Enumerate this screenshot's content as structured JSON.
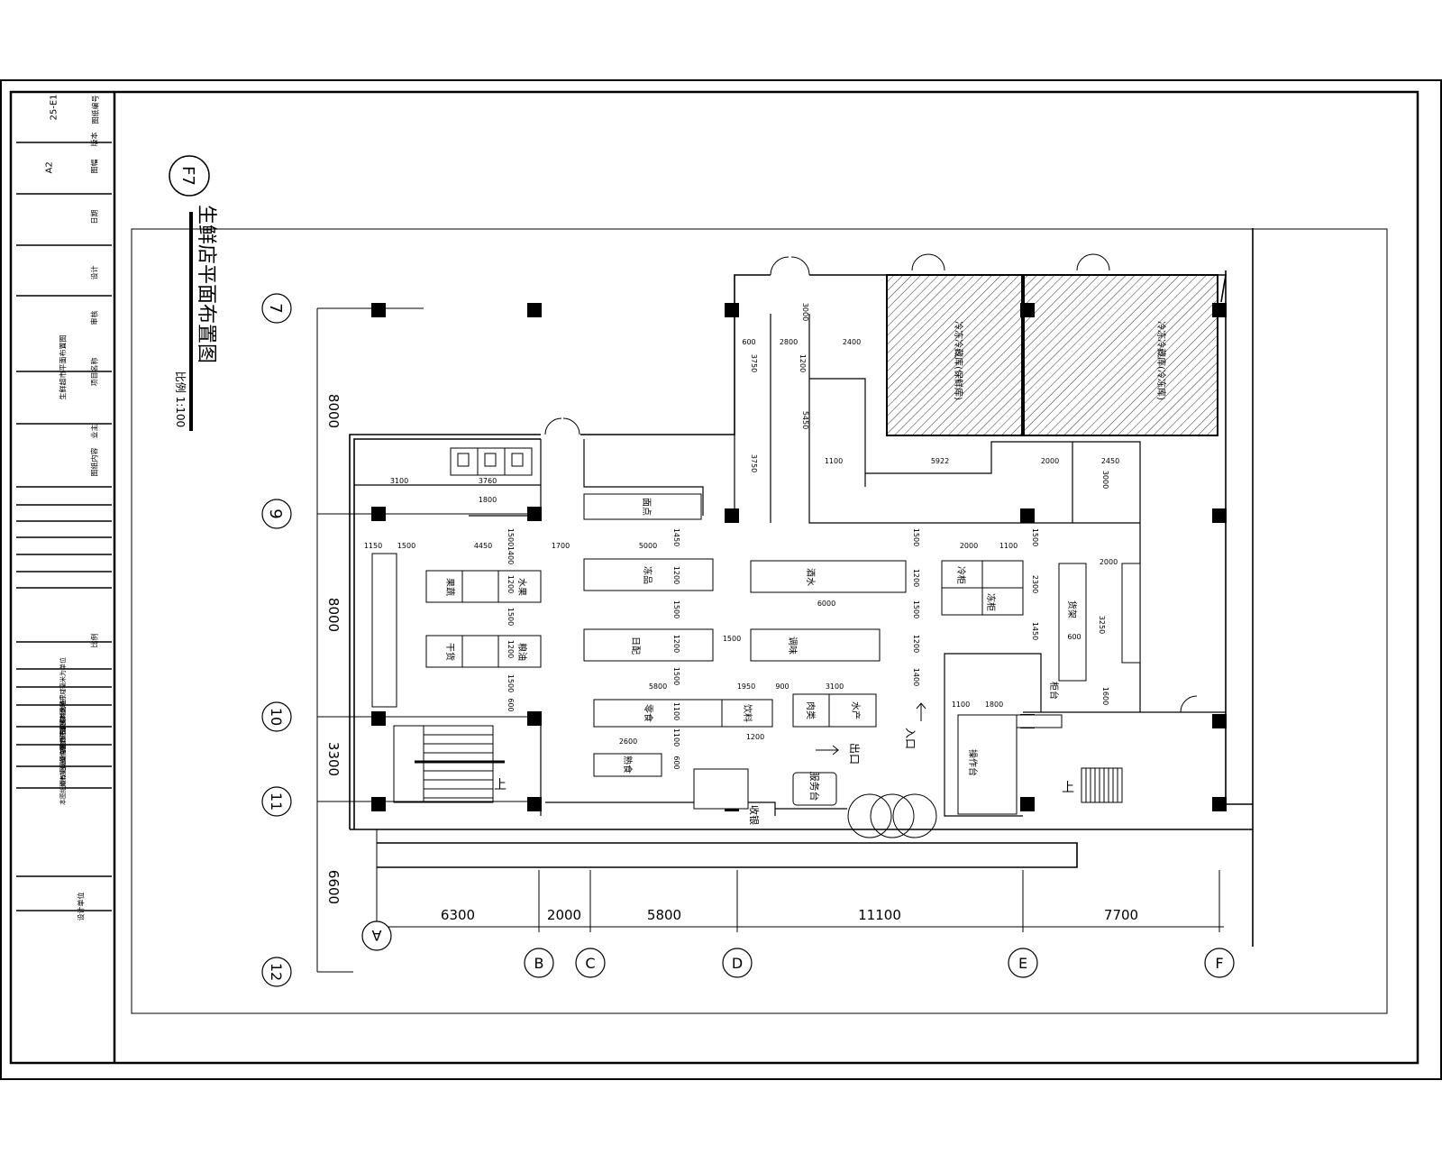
{
  "drawing": {
    "title": "生鲜店平面布置图",
    "scale": "比例 1:100",
    "badge": "F7"
  },
  "title_block": {
    "drawing_no": "25-E1",
    "drawing_no_label": "图纸编号",
    "revision_label": "版本",
    "sheet_size": "A2",
    "sheet_size_label": "图幅",
    "date_label": "日期",
    "designer_label": "设计",
    "checker_label": "审核",
    "project_label": "项目名称",
    "project_name": "生鲜超市平面布置图",
    "client_label": "业主",
    "content_label": "图纸内容",
    "scale_label": "比例",
    "notes": [
      "注：本图尺寸以毫米为单位",
      "施工时请核对现场尺寸",
      "设备位置以厂家资料为准",
      "如有疑问请与设计方联系",
      "本图纸版权归设计单位所有"
    ],
    "company_label": "设计单位"
  },
  "grid": {
    "cols": [
      "A",
      "B",
      "C",
      "D",
      "E",
      "F"
    ],
    "col_dims": [
      "6300",
      "2000",
      "5800",
      "11100",
      "7700"
    ],
    "rows": [
      "7",
      "9",
      "10",
      "11",
      "12"
    ],
    "row_dims": [
      "8000",
      "8000",
      "3300",
      "6600"
    ]
  },
  "rooms": {
    "cold_store_1": "冷冻冷藏库(保鲜库)",
    "cold_store_2": "冷冻冷藏库(冷冻库)",
    "entrance": "入口",
    "exit": "出口",
    "up_stairs": "上",
    "cashier": "收银",
    "service_desk": "服务台",
    "counter": "柜台"
  },
  "fixture_labels": [
    "果蔬",
    "水果",
    "干货",
    "粮油",
    "冻品",
    "日配",
    "酒水",
    "调味",
    "零食",
    "饮料",
    "肉类",
    "水产",
    "熟食",
    "面点",
    "冷柜",
    "货架",
    "冻柜",
    "操作台"
  ],
  "dims": {
    "d3100": "3100",
    "d3760": "3760",
    "d1800": "1800",
    "d1150": "1150",
    "d1500": "1500",
    "d4450": "4450",
    "d1700": "1700",
    "d5000": "5000",
    "d6000": "6000",
    "d5800": "5800",
    "d1950": "1950",
    "d900": "900",
    "d2600": "2600",
    "d1200": "1200",
    "d2000": "2000",
    "d1100": "1100",
    "d2400": "2400",
    "d5922": "5922",
    "d2450": "2450",
    "d3000": "3000",
    "d3750": "3750",
    "d5450": "5450",
    "d2800": "2800",
    "d600": "600",
    "d1600": "1600",
    "d1400": "1400",
    "d1450": "1450",
    "d3250": "3250",
    "d2300": "2300"
  }
}
